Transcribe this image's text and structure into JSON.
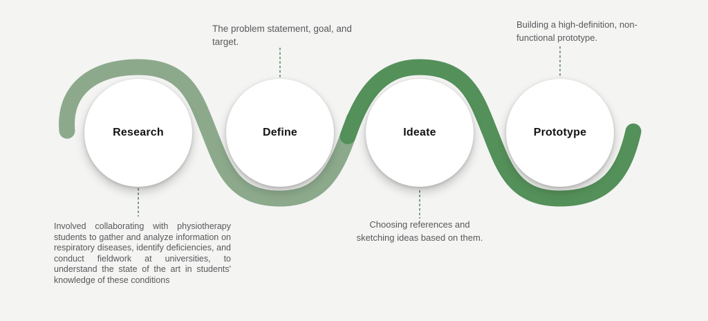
{
  "diagram": {
    "type": "process-flow",
    "colors": {
      "background": "#f4f4f3",
      "wave_light": "#8CA98C",
      "wave_dark": "#54905A",
      "connector_dash": "#6F9678",
      "label_text": "#131313",
      "caption_text": "#57585a",
      "circle_fill": "#ffffff"
    },
    "steps": [
      {
        "id": "research",
        "label": "Research",
        "caption_position": "bottom",
        "description": "Involved collaborating with physiotherapy students to gather and analyze information on respiratory diseases, identify deficiencies, and conduct fieldwork at universities, to understand the state of the art in students' knowledge of these conditions"
      },
      {
        "id": "define",
        "label": "Define",
        "caption_position": "top",
        "description": "The problem statement, goal, and target."
      },
      {
        "id": "ideate",
        "label": "Ideate",
        "caption_position": "bottom",
        "description": "Choosing references and sketching ideas based on them."
      },
      {
        "id": "prototype",
        "label": "Prototype",
        "caption_position": "top",
        "description": "Building a high-definition, non-functional prototype."
      }
    ]
  }
}
